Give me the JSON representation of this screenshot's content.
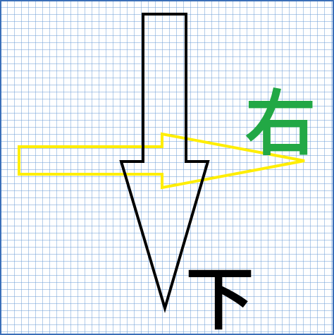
{
  "colors": {
    "background": "#ffffff",
    "grid": "#6a9bd6",
    "border": "#3a6fb8",
    "down_arrow": "#000000",
    "right_arrow": "#ffee00",
    "right_label": "#22a845",
    "down_label": "#000000"
  },
  "labels": {
    "right": "右",
    "down": "下"
  },
  "arrows": [
    {
      "direction": "right",
      "label": "右"
    },
    {
      "direction": "down",
      "label": "下"
    }
  ]
}
